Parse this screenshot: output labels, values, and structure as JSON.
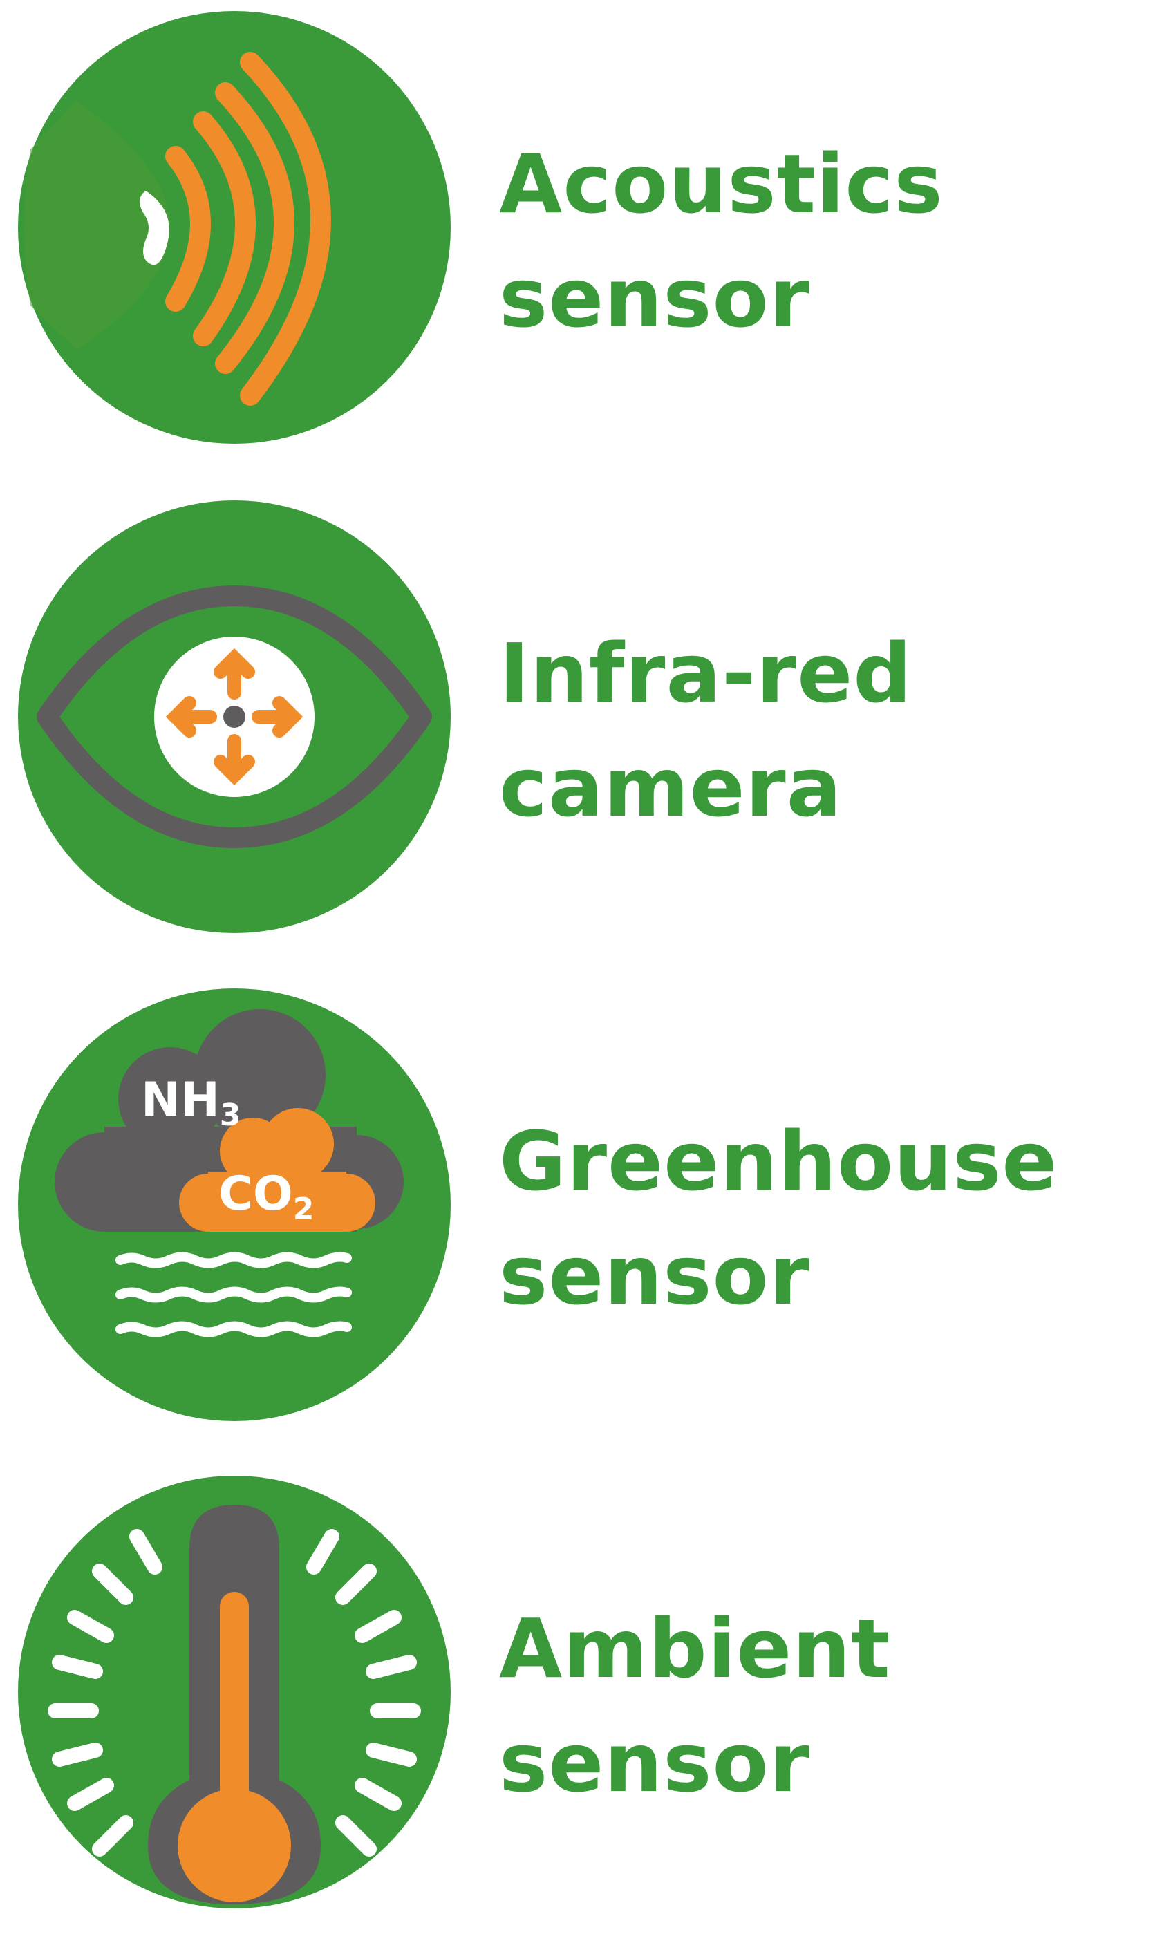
{
  "colors": {
    "green": "#3a9a3a",
    "green_dark": "#4a9b35",
    "orange": "#f08c2a",
    "gray": "#5f5c5d",
    "white": "#ffffff"
  },
  "sensors": [
    {
      "icon": "acoustics-icon",
      "label_line1": "Acoustics",
      "label_line2": "sensor"
    },
    {
      "icon": "infrared-eye-icon",
      "label_line1": "Infra-red",
      "label_line2": "camera"
    },
    {
      "icon": "greenhouse-gas-icon",
      "label_line1": "Greenhouse",
      "label_line2": "sensor",
      "gas_1": "NH",
      "gas_1_sub": "3",
      "gas_2": "CO",
      "gas_2_sub": "2"
    },
    {
      "icon": "thermometer-icon",
      "label_line1": "Ambient",
      "label_line2": "sensor"
    }
  ]
}
